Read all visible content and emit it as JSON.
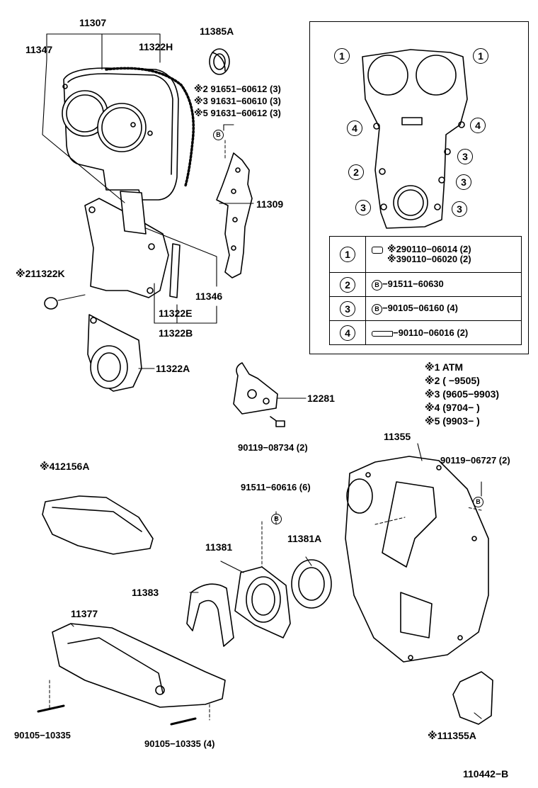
{
  "parts": {
    "p11307": "11307",
    "p11347": "11347",
    "p11322H": "11322H",
    "p11385A": "11385A",
    "bolt1": "※2 91651−60612 (3)",
    "bolt2": "※3 91631−60610 (3)",
    "bolt3": "※5 91631−60612 (3)",
    "p11309": "11309",
    "p11322K": "※211322K",
    "p11346": "11346",
    "p11322E": "11322E",
    "p11322B": "11322B",
    "p11322A": "11322A",
    "p12281": "12281",
    "p90119_08734": "90119−08734 (2)",
    "p11355": "11355",
    "p90119_06727": "90119−06727 (2)",
    "p12156A": "※412156A",
    "p91511_60616": "91511−60616 (6)",
    "p11381": "11381",
    "p11381A": "11381A",
    "p11383": "11383",
    "p11377": "11377",
    "p90105_10335": "90105−10335",
    "p90105_10335_4": "90105−10335 (4)",
    "p11355A": "※111355A",
    "code": "110442−B"
  },
  "callout": "B",
  "panel": {
    "markers": {
      "m1": "1",
      "m2": "2",
      "m3": "3",
      "m4": "4"
    },
    "table": {
      "r1_num": "1",
      "r1_a": "※290110−06014 (2)",
      "r1_b": "※390110−06020 (2)",
      "r2_num": "2",
      "r2_part": "−91511−60630",
      "r3_num": "3",
      "r3_part": "−90105−06160 (4)",
      "r4_num": "4",
      "r4_part": "−90110−06016 (2)",
      "b": "B"
    }
  },
  "notes": {
    "n1": "※1  ATM",
    "n2": "※2  (         −9505)",
    "n3": "※3  (9605−9903)",
    "n4": "※4  (9704−        )",
    "n5": "※5  (9903−        )"
  }
}
